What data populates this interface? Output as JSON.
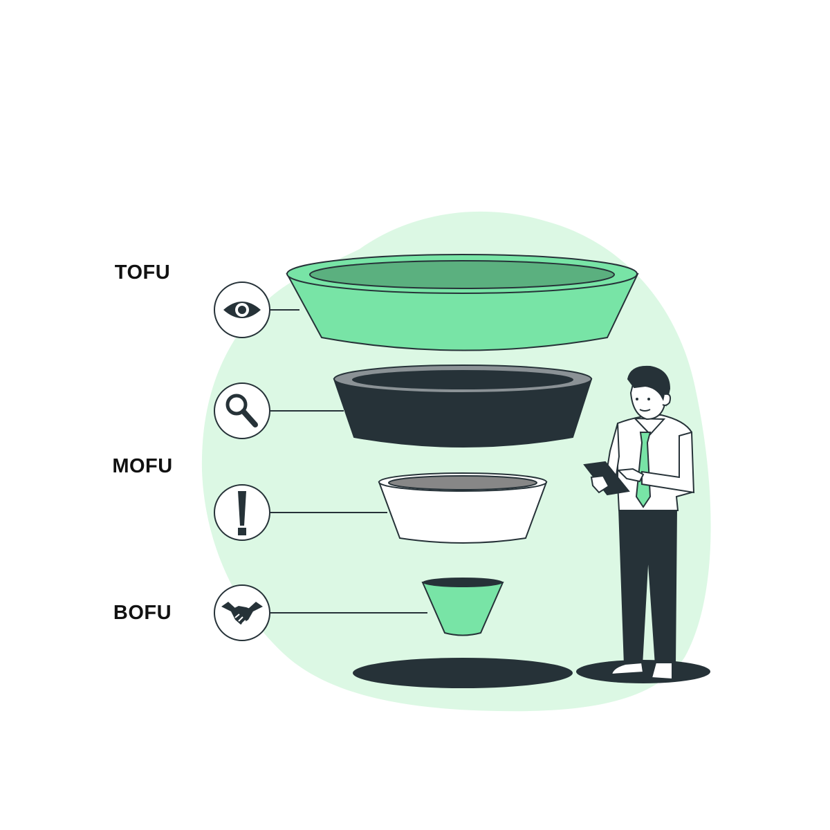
{
  "stages": [
    {
      "label": "TOFU",
      "icon": "eye-icon"
    },
    {
      "label": "",
      "icon": "magnifier-icon"
    },
    {
      "label": "MOFU",
      "icon": "exclamation-icon"
    },
    {
      "label": "BOFU",
      "icon": "handshake-icon"
    }
  ],
  "colors": {
    "background_blob": "#dcf8e4",
    "green": "#78e4a6",
    "green_dark": "#5bb07f",
    "navy": "#263238",
    "white": "#ffffff"
  }
}
